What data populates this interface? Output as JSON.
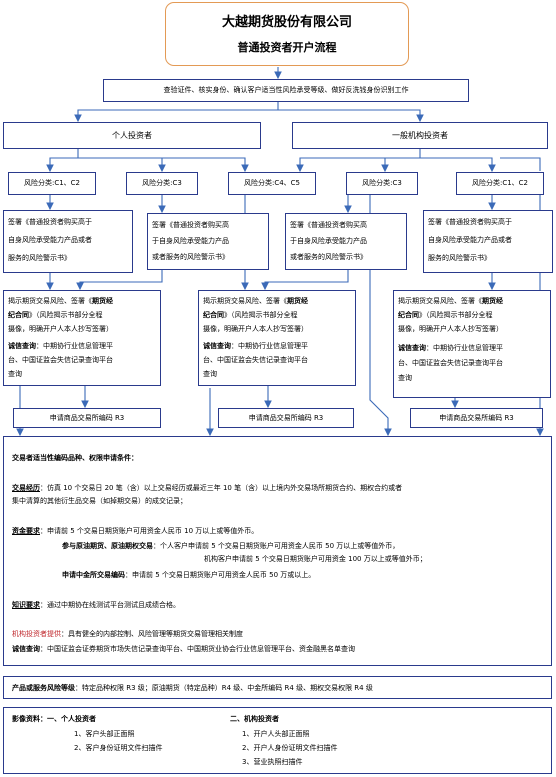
{
  "title": {
    "line1": "大越期货股份有限公司",
    "line2": "普通投资者开户流程"
  },
  "verify_step": "查验证件、核实身份、确认客户适当性风险承受等级、做好反洗钱身份识别工作",
  "investor_types": {
    "individual": "个人投资者",
    "institution": "一般机构投资者"
  },
  "risk_classes": {
    "c1c2_left": "风险分类:C1、C2",
    "c3_left": "风险分类:C3",
    "c4c5": "风险分类:C4、C5",
    "c3_right": "风险分类:C3",
    "c1c2_right": "风险分类:C1、C2"
  },
  "sign_box": {
    "l1": "签署《普通投资者购买高于",
    "l2": "自身风险承受能力产品或者",
    "l3": "服务的风险警示书》"
  },
  "sign_box_b": {
    "l1": "签署《普通投资者购买高",
    "l2": "于自身风险承受能力产品",
    "l3": "或者服务的风险警示书》"
  },
  "disclosure": {
    "l1a": "揭示期货交易风险、签署《",
    "l1b": "期货经",
    "l2a": "纪合同",
    "l2b": "》（风险揭示书部分全程",
    "l3": "摄像，明确开户人本人抄写签署）",
    "l4a": "诚信查询",
    "l4b": "：中期协行业信息管理平",
    "l5": "台、中国证监会失信记录查询平台",
    "l6": "查询"
  },
  "apply_code": "申请商品交易所编码 R3",
  "conditions": {
    "header": "交易者适当性编码品种、权限申请条件：",
    "exp_label": "交易经历",
    "exp_l1": "：仿真 10 个交易日 20 笔（含）以上交易经历或最近三年 10 笔（含）以上境内外交易场所期货合约、期权合约或者",
    "exp_l2": "集中清算的其他衍生品交易（如掉期交易）的成交记录；",
    "fund_label": "资金要求",
    "fund_l1": "：申请前 5 个交易日期货账户可用资金人民币 10 万以上或等值外币。",
    "crude_label": "参与原油期货、原油期权交易",
    "crude_l1": "：个人客户申请前 5 个交易日期货账户可用资金人民币 50 万以上或等值外币，",
    "crude_l2": "机构客户申请前 5 个交易日期货账户可用资金 100 万以上或等值外币；",
    "cffex_label": "申请中金所交易编码",
    "cffex_l1": "：申请前 5 个交易日期货账户可用资金人民币 50 万或以上。",
    "know_label": "知识要求",
    "know_l1": "：通过中期协在线测试平台测试且成绩合格。",
    "inst_label": "机构投资者提供",
    "inst_l1": "：具有健全的内部控制、风险管理等期货交易管理相关制度",
    "cred_label": "诚信查询",
    "cred_l1": "：中国证监会证券期货市场失信记录查询平台、中国期货业协会行业信息管理平台、资金融黑名单查询"
  },
  "risk_level": {
    "label": "产品或服务风险等级",
    "text": "：特定品种权限 R3 级；原油期货（特定品种）R4 级、中金所编码 R4 级、期权交易权限 R4 级"
  },
  "image_docs": {
    "label": "影像资料",
    "ind_title": "：一、个人投资者",
    "ind_1": "1、客户头部正面照",
    "ind_2": "2、客户身份证明文件扫描件",
    "inst_title": "二、机构投资者",
    "inst_1": "1、开户人头部正面照",
    "inst_2": "2、开户人身份证明文件扫描件",
    "inst_3": "3、营业执照扫描件"
  },
  "colors": {
    "border": "#2a3a8c",
    "arrow": "#3b6ab8",
    "title_border": "#e39a55",
    "highlight": "#c0282d"
  }
}
